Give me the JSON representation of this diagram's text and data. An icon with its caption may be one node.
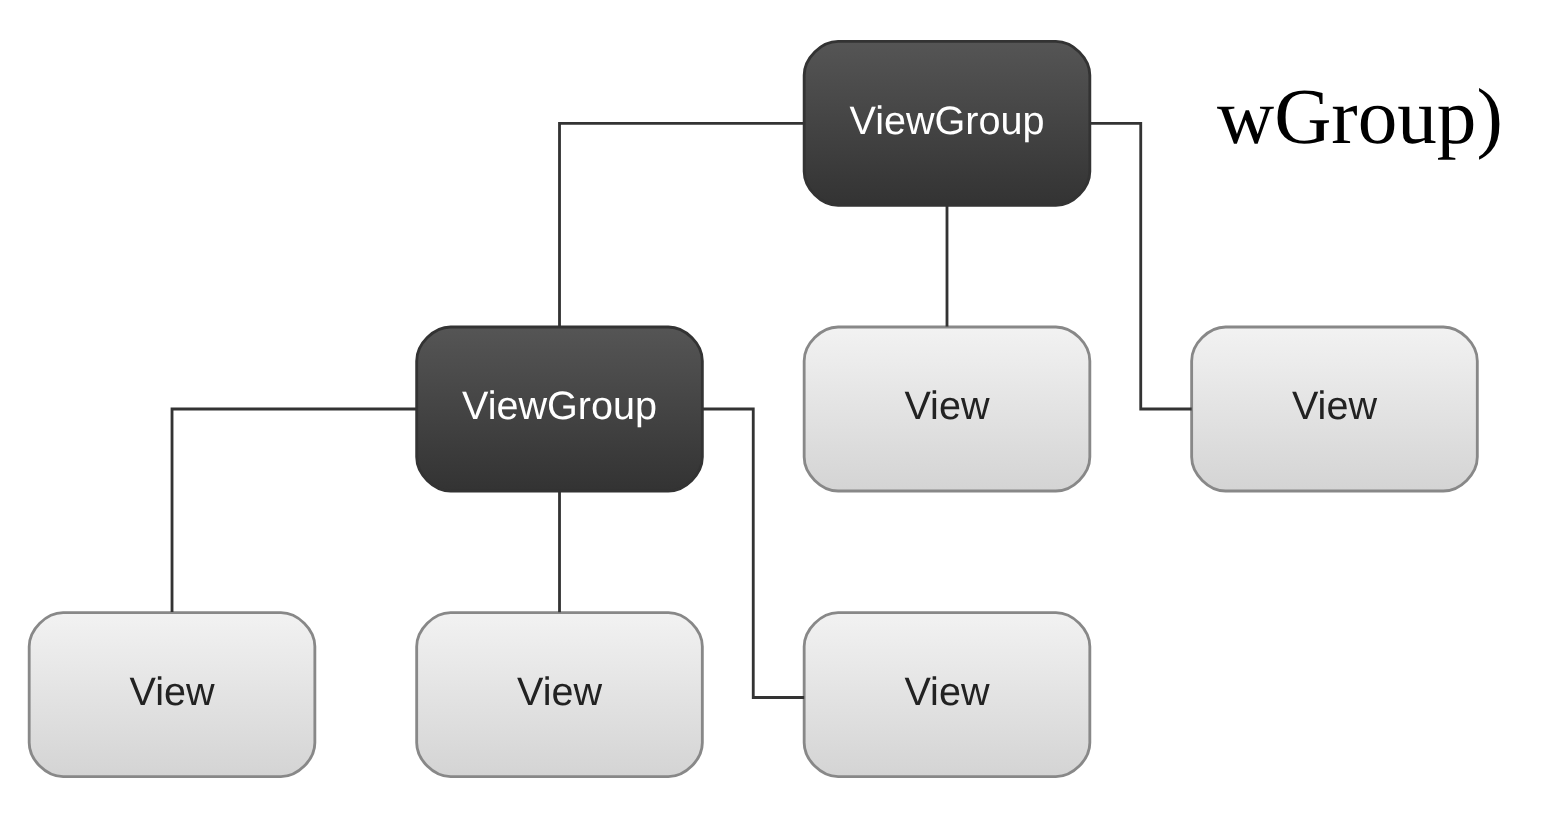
{
  "diagram": {
    "nodes": [
      {
        "text": [
          "ViewGroup"
        ]
      },
      {
        "text": [
          "ViewGroup"
        ]
      },
      {
        "text": [
          "View"
        ]
      },
      {
        "text": [
          "View"
        ]
      },
      {
        "text": [
          "View"
        ]
      },
      {
        "text": [
          "View"
        ]
      },
      {
        "text": [
          "View"
        ]
      }
    ],
    "edges": [
      {
        "from": 0,
        "to": 1,
        "arrow": "none"
      },
      {
        "from": 0,
        "to": 2,
        "arrow": "none"
      },
      {
        "from": 0,
        "to": 3,
        "arrow": "none"
      },
      {
        "from": 1,
        "to": 4,
        "arrow": "none"
      },
      {
        "from": 1,
        "to": 5,
        "arrow": "none"
      },
      {
        "from": 1,
        "to": 6,
        "arrow": "none"
      }
    ],
    "labels": [
      "wGroup)"
    ]
  }
}
